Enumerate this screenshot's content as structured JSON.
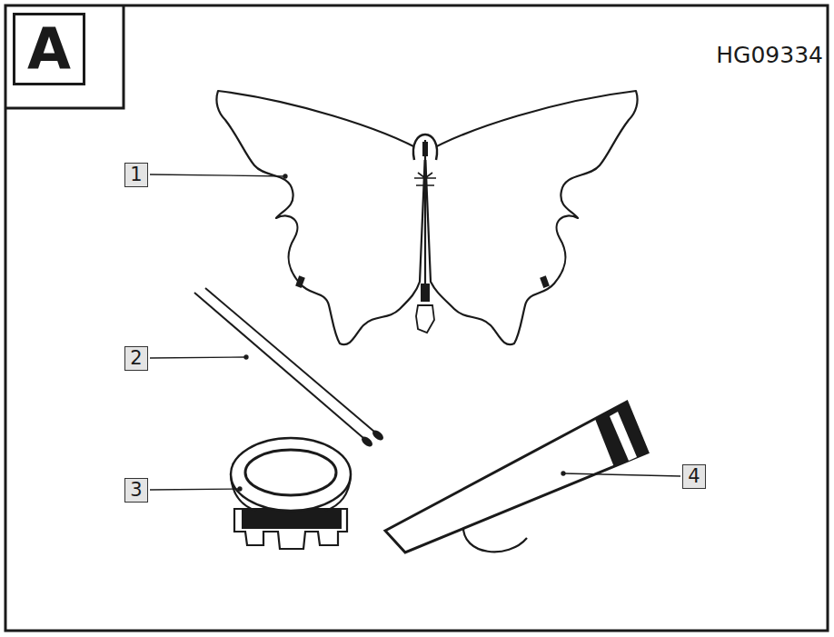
{
  "diagram": {
    "nodes": [
      {
        "text": [
          "A"
        ]
      },
      {
        "text": [
          "1"
        ]
      },
      {
        "text": [
          "2"
        ]
      },
      {
        "text": [
          "3"
        ]
      },
      {
        "text": [
          "4"
        ]
      }
    ],
    "labels": [
      "HG09334"
    ]
  }
}
